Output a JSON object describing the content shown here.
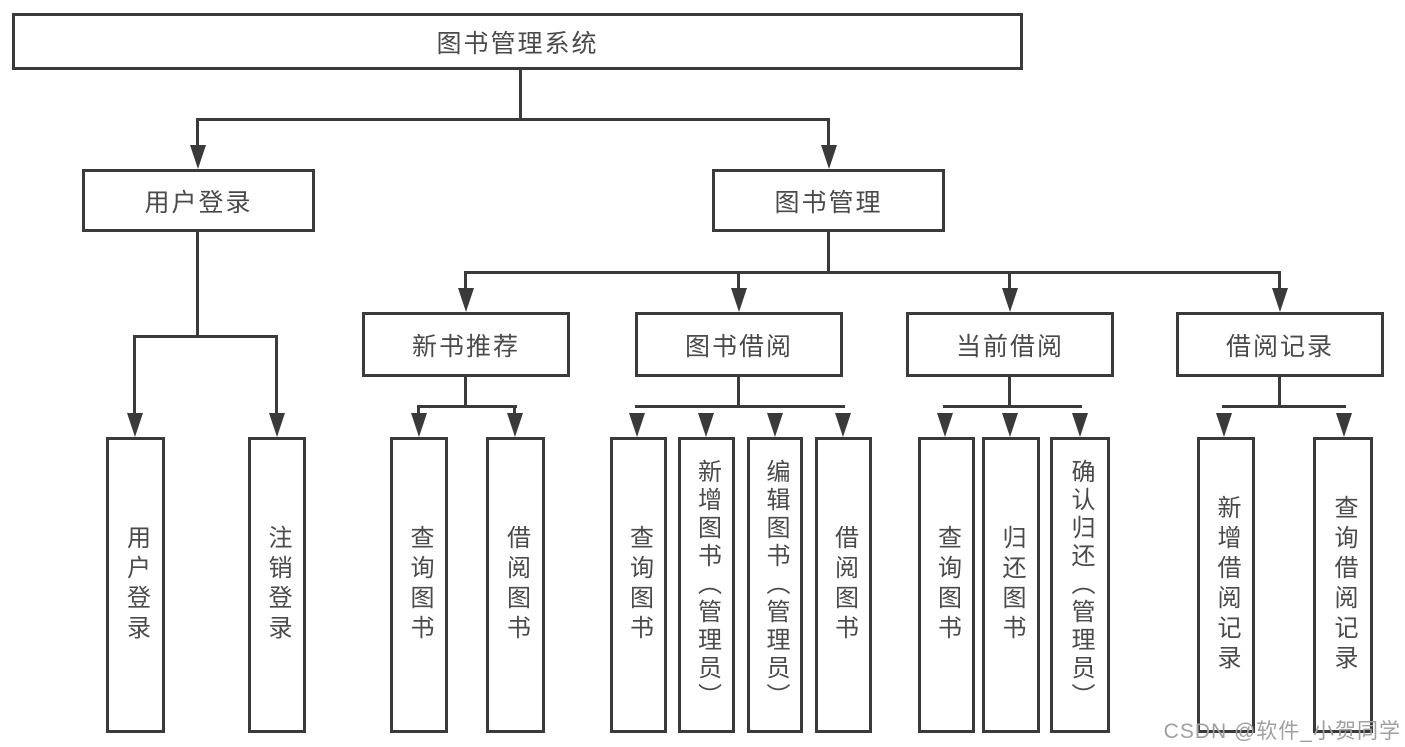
{
  "colors": {
    "line": "#3a3a3a",
    "text": "#4a4a4a",
    "watermark": "#a0a0a0",
    "background": "#ffffff"
  },
  "watermark": {
    "text": "CSDN @软件_小贺同学"
  },
  "tree": {
    "root": {
      "label": "图书管理系统"
    },
    "branches": [
      {
        "label": "用户登录",
        "children": [
          {
            "label": "用户登录"
          },
          {
            "label": "注销登录"
          }
        ]
      },
      {
        "label": "图书管理",
        "children": [
          {
            "label": "新书推荐",
            "children": [
              {
                "label": "查询图书"
              },
              {
                "label": "借阅图书"
              }
            ]
          },
          {
            "label": "图书借阅",
            "children": [
              {
                "label": "查询图书"
              },
              {
                "label": "新增图书（管理员）"
              },
              {
                "label": "编辑图书（管理员）"
              },
              {
                "label": "借阅图书"
              }
            ]
          },
          {
            "label": "当前借阅",
            "children": [
              {
                "label": "查询图书"
              },
              {
                "label": "归还图书"
              },
              {
                "label": "确认归还（管理员）"
              }
            ]
          },
          {
            "label": "借阅记录",
            "children": [
              {
                "label": "新增借阅记录"
              },
              {
                "label": "查询借阅记录"
              }
            ]
          }
        ]
      }
    ]
  }
}
